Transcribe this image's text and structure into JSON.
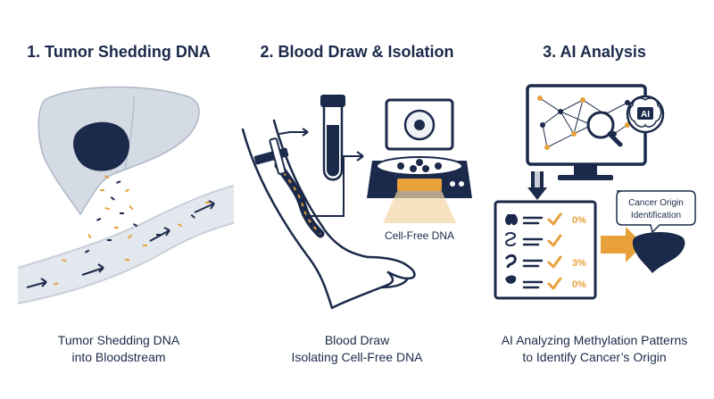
{
  "panels": [
    {
      "title": "1. Tumor Shedding DNA",
      "caption": [
        "Tumor Shedding DNA",
        "into Bloodstream"
      ]
    },
    {
      "title": "2. Blood Draw & Isolation",
      "caption": [
        "Blood Draw",
        "Isolating Cell-Free DNA"
      ],
      "label": "Cell-Free DNA"
    },
    {
      "title": "3. AI Analysis",
      "caption": [
        "AI Analyzing Methylation Patterns",
        "to Identify Cancer’s Origin"
      ],
      "ai_badge": "AI",
      "origin_label": [
        "Cancer Origin",
        "Identification"
      ],
      "results": [
        "0%",
        "",
        "3%",
        "0%"
      ]
    }
  ],
  "colors": {
    "navy": "#1b2a4a",
    "orange": "#e8a13a",
    "gray": "#c9cfd9",
    "light": "#eef1f6"
  },
  "icons": [
    "liver-icon",
    "tumor-icon",
    "blood-vessel-icon",
    "test-tube-icon",
    "arm-icon",
    "centrifuge-icon",
    "monitor-icon",
    "brain-icon",
    "magnifier-icon",
    "organ-list-icon",
    "check-icon",
    "arrow-icon",
    "liver-result-icon"
  ]
}
